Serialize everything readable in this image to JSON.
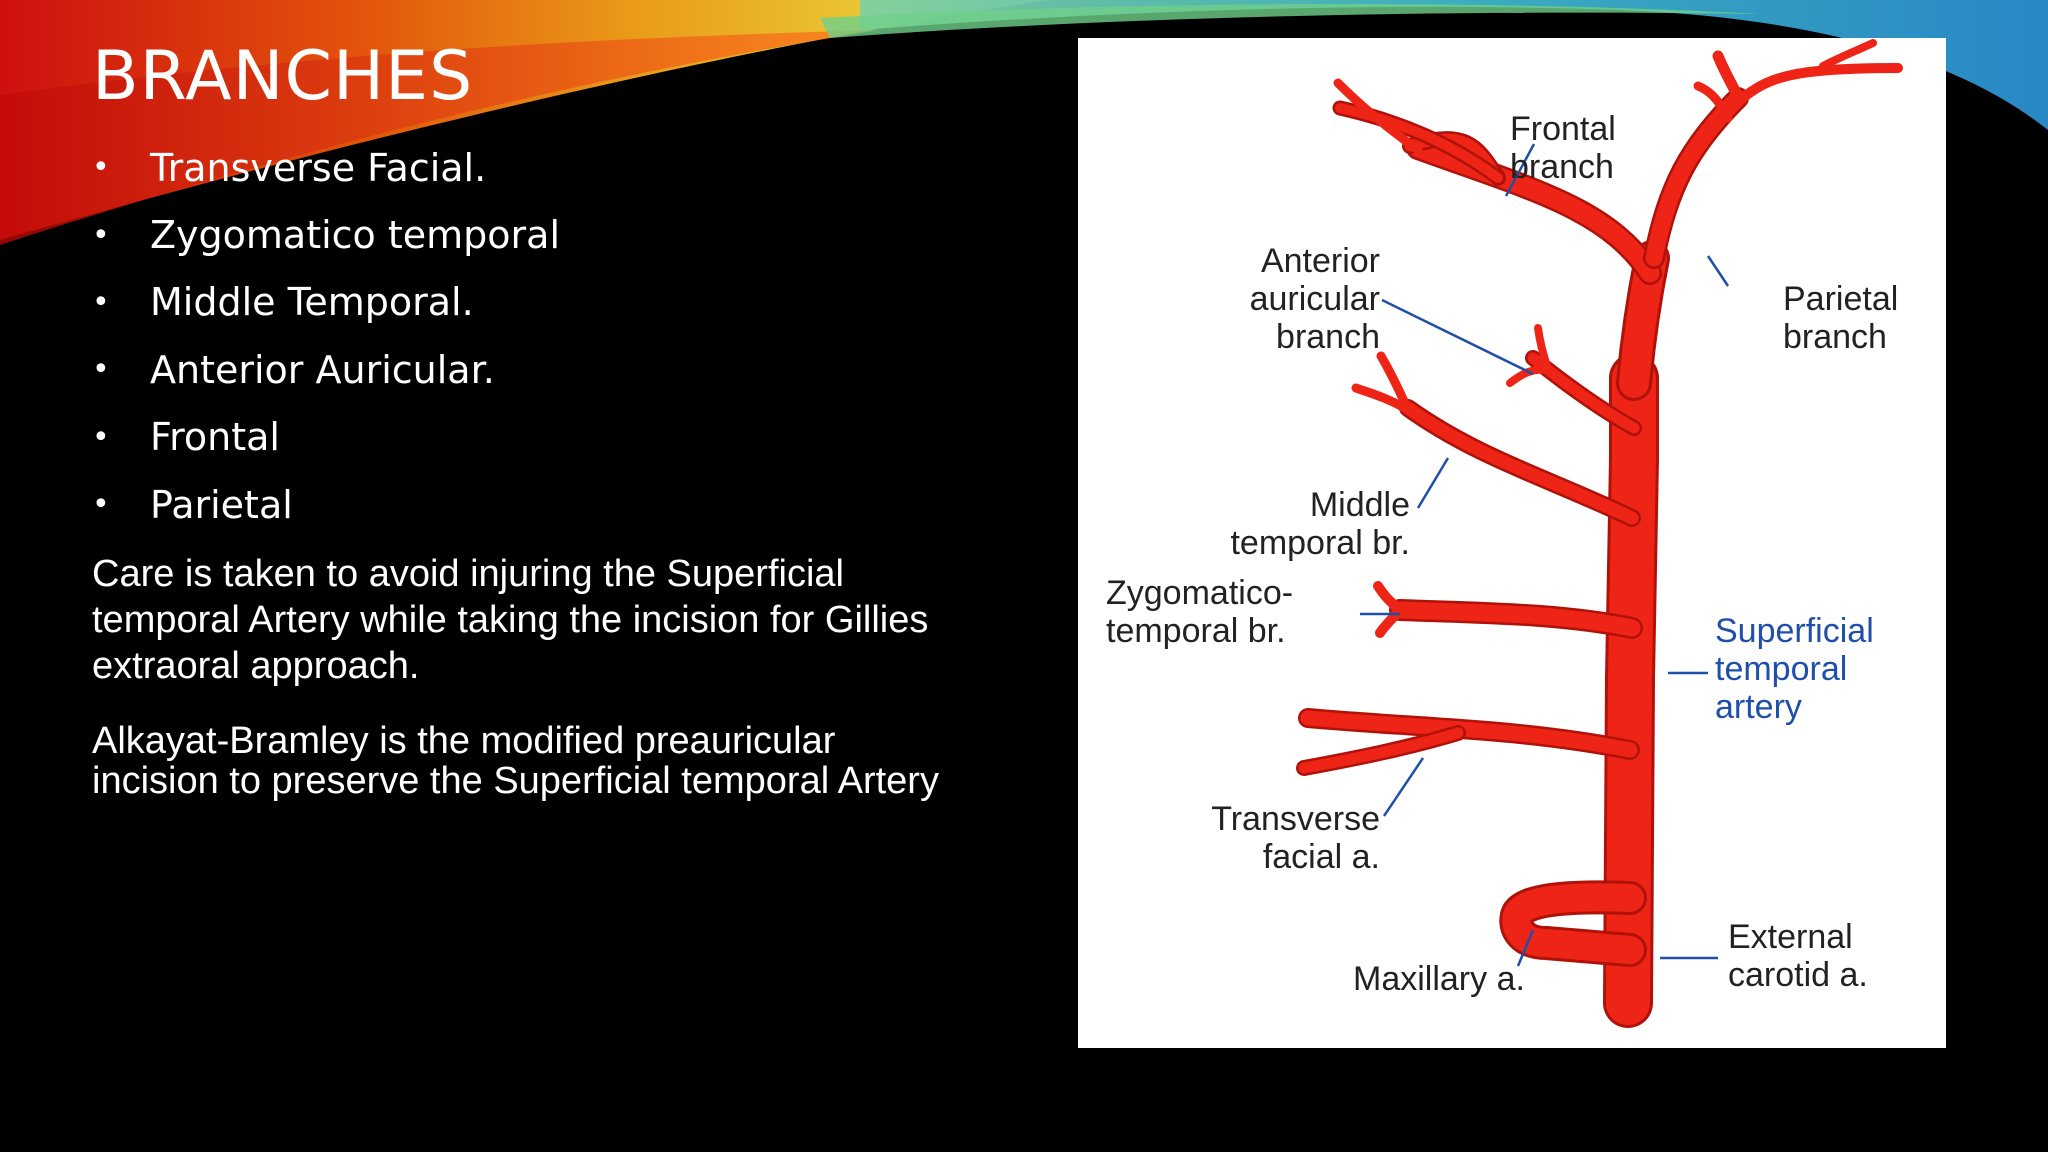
{
  "slide": {
    "title": "BRANCHES",
    "bullets": [
      "Transverse Facial.",
      "Zygomatico temporal",
      "Middle Temporal.",
      "Anterior Auricular.",
      "Frontal",
      "Parietal"
    ],
    "paragraph_1": "Care is taken to avoid injuring the Superficial temporal Artery while taking the incision for Gillies extraoral  approach.",
    "paragraph_2": "Alkayat-Bramley is the modified preauricular incision to preserve the Superficial temporal Artery",
    "bullet_symbol": "•"
  },
  "diagram": {
    "labels": {
      "frontal_branch": "Frontal\nbranch",
      "anterior_auricular_branch": "Anterior\nauricular\nbranch",
      "parietal_branch": "Parietal\nbranch",
      "middle_temporal": "Middle\ntemporal br.",
      "zygomatico_temporal": "Zygomatico-\ntemporal br.",
      "superficial_temporal_artery": "Superficial\ntemporal\nartery",
      "transverse_facial": "Transverse\nfacial a.",
      "maxillary": "Maxillary a.",
      "external_carotid": "External\ncarotid a."
    },
    "colors": {
      "artery": "#ee2417",
      "artery_outline": "#b0120a",
      "leader_line": "#1f4fa8",
      "label_text": "#222222",
      "highlight_label": "#1f4fa8"
    }
  }
}
